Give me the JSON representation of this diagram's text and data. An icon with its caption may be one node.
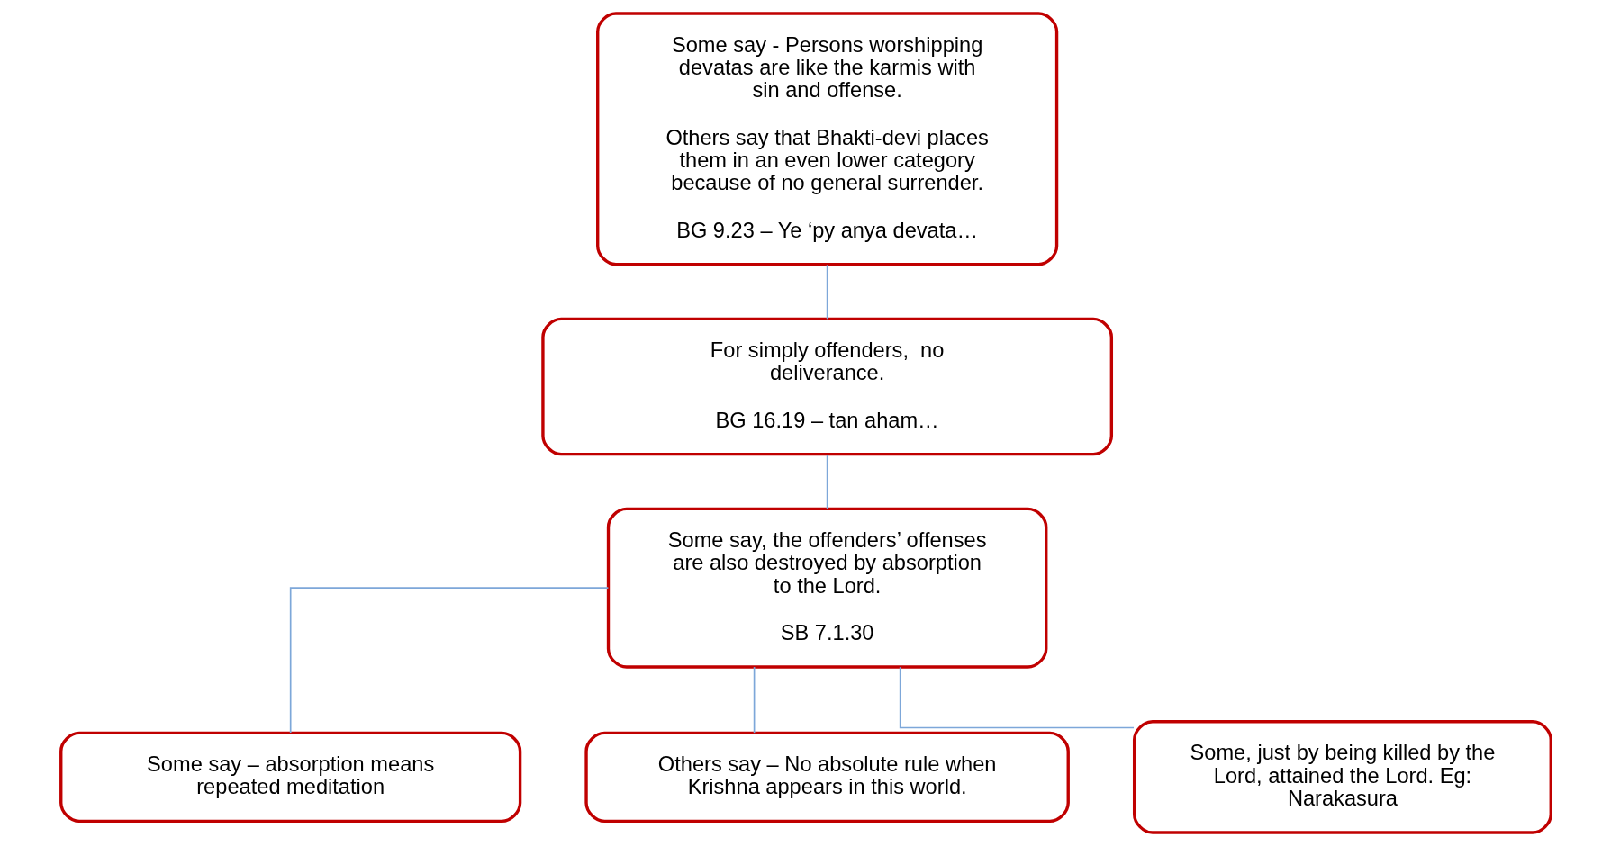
{
  "diagram": {
    "nodes": [
      {
        "text": [
          "Some say - Persons worshipping devatas are like the karmis with sin and offense.",
          "Others say that Bhakti-devi places them in an even lower category because of no general surrender.",
          "BG 9.23 – Ye ‘py anya devata…"
        ]
      },
      {
        "text": [
          "For simply offenders,  no deliverance.",
          "BG 16.19 – tan aham…"
        ]
      },
      {
        "text": [
          "Some say, the offenders’ offenses are also destroyed by absorption to the Lord.",
          "SB 7.1.30"
        ]
      },
      {
        "text": [
          "Some say – absorption means repeated meditation"
        ]
      },
      {
        "text": [
          "Others say – No absolute rule when Krishna appears in this world."
        ]
      },
      {
        "text": [
          "Some, just by being killed by the Lord, attained the Lord. Eg: Narakasura"
        ]
      }
    ],
    "edges": [
      {
        "from": 0,
        "to": 1,
        "arrow": "none"
      },
      {
        "from": 1,
        "to": 2,
        "arrow": "none"
      },
      {
        "from": 2,
        "to": 3,
        "arrow": "none"
      },
      {
        "from": 2,
        "to": 4,
        "arrow": "none"
      },
      {
        "from": 2,
        "to": 5,
        "arrow": "none"
      }
    ]
  }
}
